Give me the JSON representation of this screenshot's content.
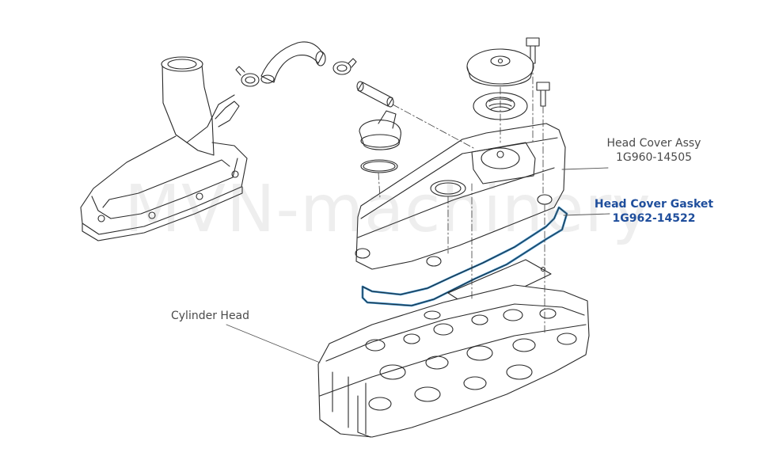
{
  "labels": {
    "head_cover_assy": {
      "name": "Head Cover Assy",
      "part_number": "1G960-14505"
    },
    "head_cover_gasket": {
      "name": "Head Cover Gasket",
      "part_number": "1G962-14522"
    },
    "cylinder_head": {
      "name": "Cylinder Head"
    }
  },
  "watermark": "MVN-machinery",
  "colors": {
    "line": "#2a2a2a",
    "gasket_highlight": "#2f7fb8",
    "label": "#4a4a4a",
    "label_highlight": "#1f4e9c"
  }
}
